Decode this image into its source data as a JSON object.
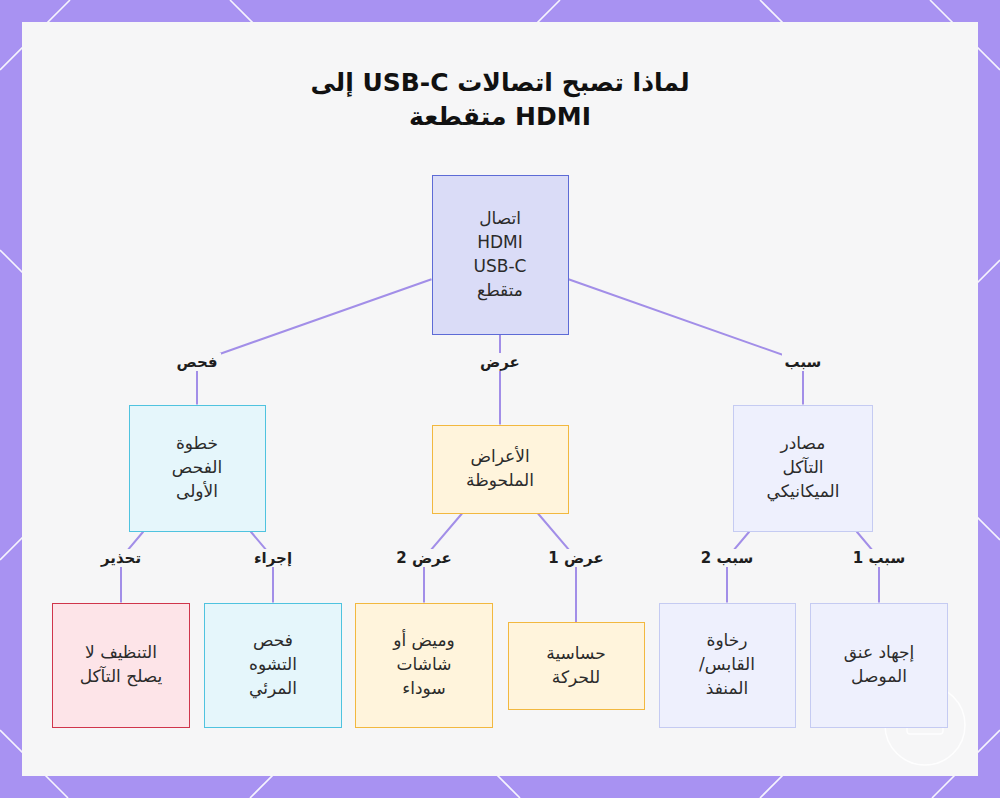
{
  "diagram": {
    "title": "لماذا تصبح اتصالات USB-C إلى HDMI متقطعة",
    "nodes": [
      {
        "text": [
          "اتصال HDMI USB-C متقطع"
        ]
      },
      {
        "text": [
          "مصادر التآكل الميكانيكي"
        ]
      },
      {
        "text": [
          "الأعراض الملحوظة"
        ]
      },
      {
        "text": [
          "خطوة الفحص الأولى"
        ]
      },
      {
        "text": [
          "إجهاد عنق الموصل"
        ]
      },
      {
        "text": [
          "رخاوة القابس/ المنفذ"
        ]
      },
      {
        "text": [
          "حساسية للحركة"
        ]
      },
      {
        "text": [
          "وميض أو شاشات سوداء"
        ]
      },
      {
        "text": [
          "فحص التشوه المرئي"
        ]
      },
      {
        "text": [
          "التنظيف لا يصلح التآكل"
        ]
      }
    ],
    "edges": [
      {
        "from": 0,
        "to": 1,
        "label": "سبب",
        "arrow": "none"
      },
      {
        "from": 0,
        "to": 2,
        "label": "عرض",
        "arrow": "none"
      },
      {
        "from": 0,
        "to": 3,
        "label": "فحص",
        "arrow": "none"
      },
      {
        "from": 1,
        "to": 4,
        "label": "سبب 1",
        "arrow": "none"
      },
      {
        "from": 1,
        "to": 5,
        "label": "سبب 2",
        "arrow": "none"
      },
      {
        "from": 2,
        "to": 6,
        "label": "عرض 1",
        "arrow": "none"
      },
      {
        "from": 2,
        "to": 7,
        "label": "عرض 2",
        "arrow": "none"
      },
      {
        "from": 3,
        "to": 8,
        "label": "إجراء",
        "arrow": "none"
      },
      {
        "from": 3,
        "to": 9,
        "label": "تحذير",
        "arrow": "none"
      }
    ]
  }
}
